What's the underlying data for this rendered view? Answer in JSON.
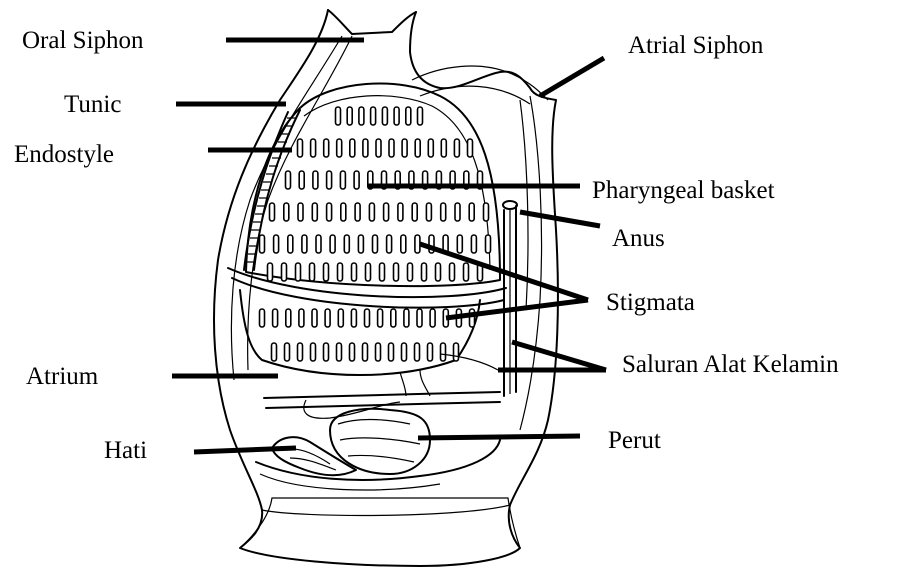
{
  "labels": {
    "oral_siphon": "Oral Siphon",
    "atrial_siphon": "Atrial Siphon",
    "tunic": "Tunic",
    "endostyle": "Endostyle",
    "pharyngeal_basket": "Pharyngeal basket",
    "anus": "Anus",
    "stigmata": "Stigmata",
    "atrium": "Atrium",
    "saluran_alat_kelamin": "Saluran Alat Kelamin",
    "hati": "Hati",
    "perut": "Perut"
  },
  "colors": {
    "ink": "#000000",
    "background": "#ffffff"
  }
}
